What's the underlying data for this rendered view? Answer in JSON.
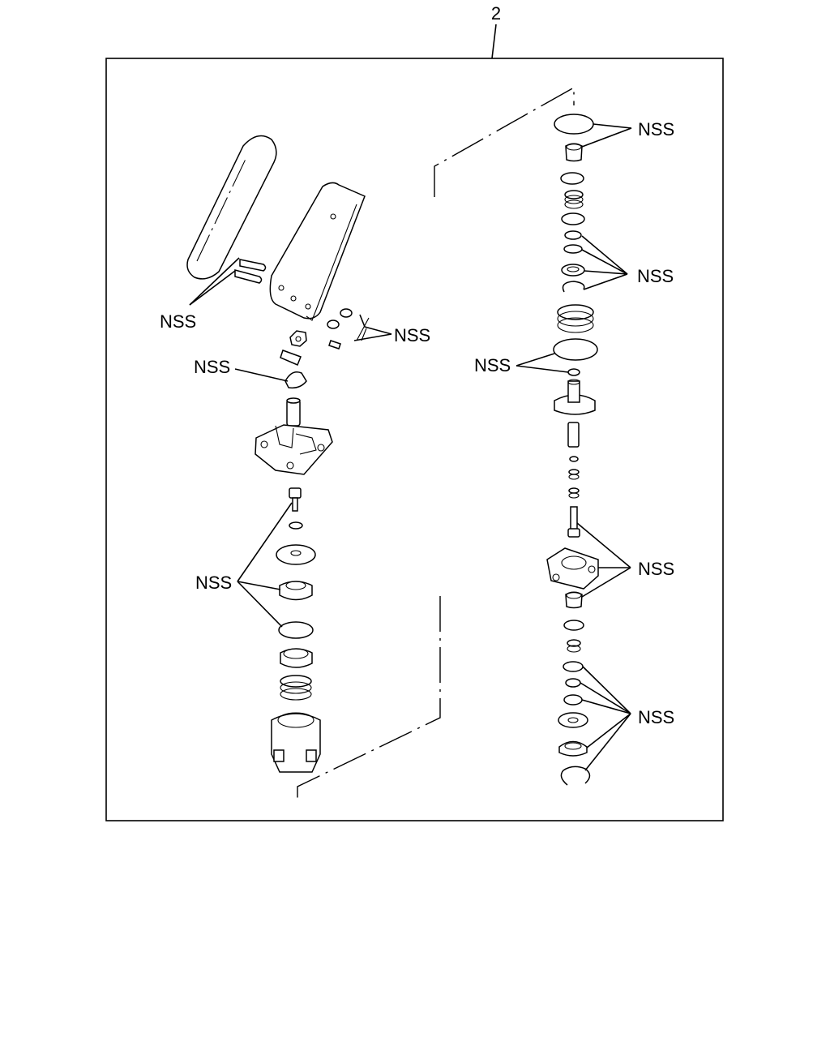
{
  "diagram": {
    "callout_number": "2",
    "labels": {
      "nss_clevis_pins": "NSS",
      "nss_cotter_pins": "NSS",
      "nss_boot": "NSS",
      "nss_lower_seals": "NSS",
      "nss_top_ring_bushing": "NSS",
      "nss_mid_seals": "NSS",
      "nss_piston_seals": "NSS",
      "nss_housing_kit": "NSS",
      "nss_bottom_seals": "NSS"
    }
  }
}
